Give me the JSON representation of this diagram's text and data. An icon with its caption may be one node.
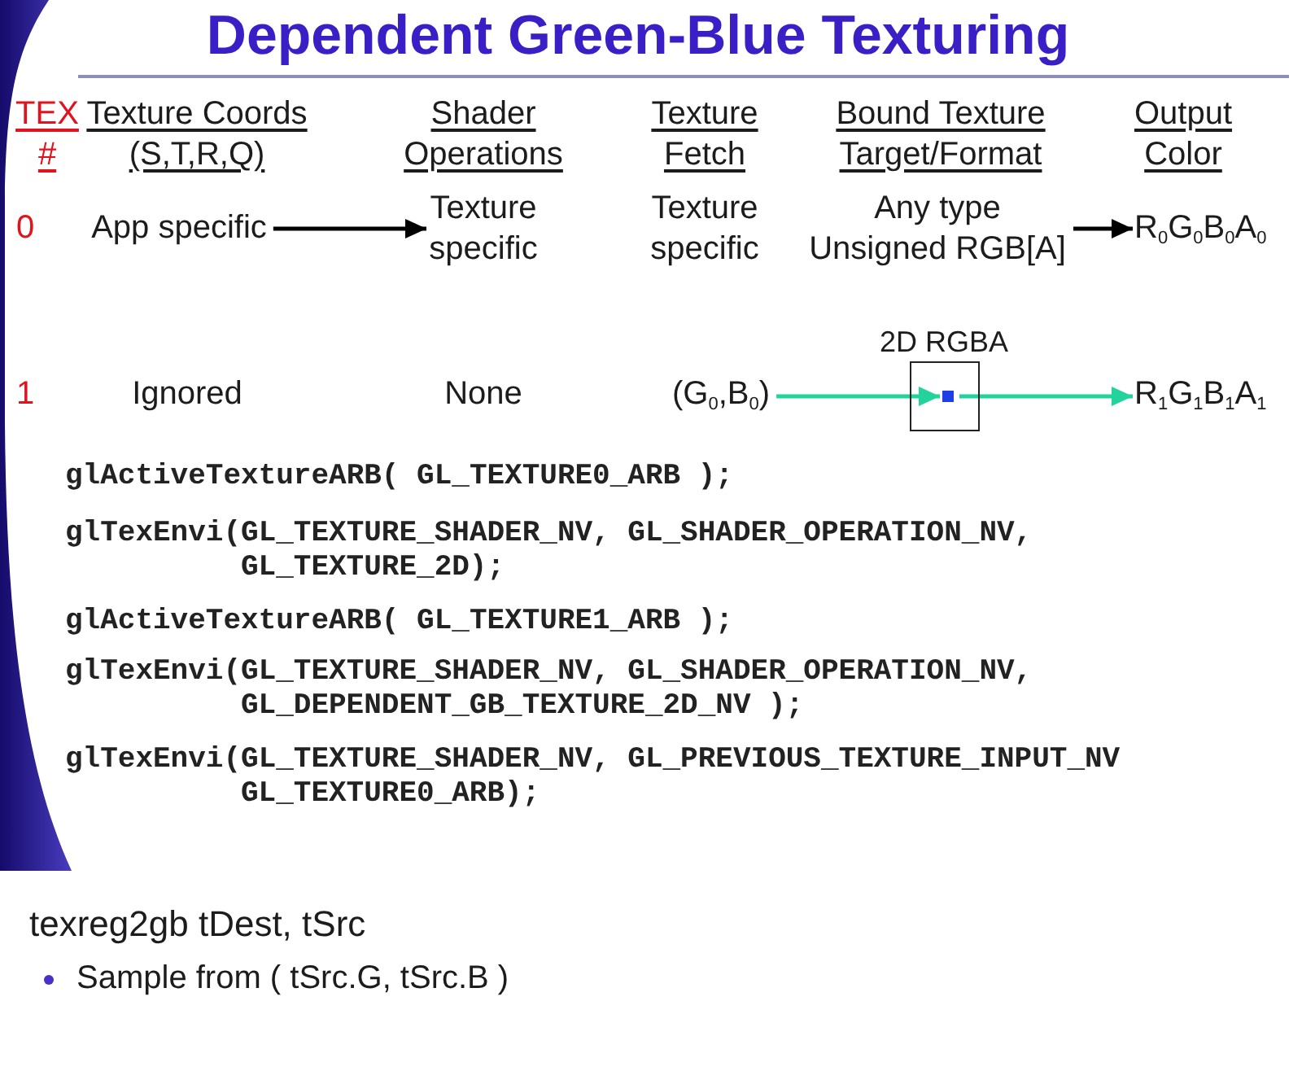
{
  "diagram": {
    "title": "Dependent Green-Blue Texturing",
    "nodes": [
      {
        "text": [
          "App specific"
        ]
      },
      {
        "text": [
          "Texture specific"
        ]
      },
      {
        "text": [
          "Any type Unsigned RGB[A]"
        ]
      },
      {
        "text": [
          "R$_{0}$G$_{0}$B$_{0}$A$_{0}$"
        ]
      },
      {
        "text": [
          "(G$_{0}$,B$_{0}$)"
        ]
      },
      {
        "text": [
          "2D RGBA"
        ]
      },
      {
        "text": [],
        "shape": "box",
        "in": 5
      },
      {
        "text": [
          "R$_{1}$G$_{1}$B$_{1}$A$_{1}$"
        ]
      }
    ],
    "edges": [
      {
        "from": 0,
        "to": 1,
        "arrow": "to"
      },
      {
        "from": 2,
        "to": 3,
        "arrow": "to"
      },
      {
        "from": 4,
        "to": 6,
        "arrow": "to",
        "color": "#22d49c"
      },
      {
        "from": 6,
        "to": 7,
        "arrow": "to",
        "color": "#22d49c"
      }
    ],
    "labels": [
      "TEX #",
      "Texture Coords (S,T,R,Q)",
      "Shader Operations",
      "Texture Fetch",
      "Bound Texture Target/Format",
      "Output Color",
      "0",
      "Texture specific",
      "1",
      "Ignored",
      "None",
      "glActiveTextureARB( GL_TEXTURE0_ARB );",
      "glTexEnvi(GL_TEXTURE_SHADER_NV, GL_SHADER_OPERATION_NV, GL_TEXTURE_2D);",
      "glActiveTextureARB( GL_TEXTURE1_ARB );",
      "glTexEnvi(GL_TEXTURE_SHADER_NV, GL_SHADER_OPERATION_NV, GL_DEPENDENT_GB_TEXTURE_2D_NV );",
      "glTexEnvi(GL_TEXTURE_SHADER_NV, GL_PREVIOUS_TEXTURE_INPUT_NV GL_TEXTURE0_ARB);",
      "texreg2gb tDest, tSrc",
      "Sample from ( tSrc.G, tSrc.B )"
    ]
  }
}
